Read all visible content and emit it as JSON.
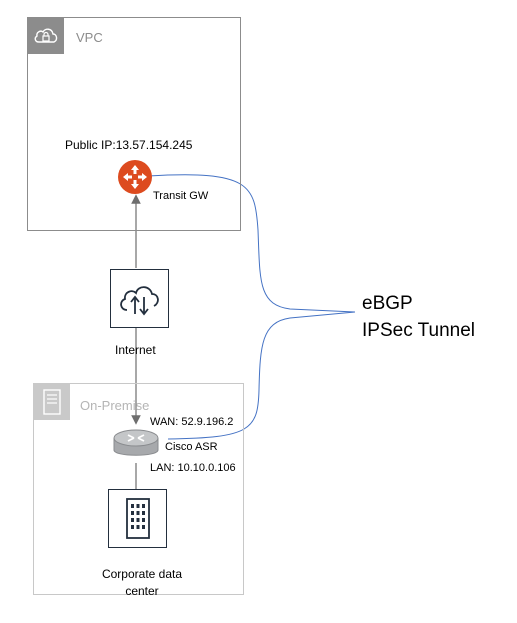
{
  "vpc": {
    "label": "VPC",
    "icon": "cloud-lock-icon"
  },
  "onprem": {
    "label": "On-Premise",
    "icon": "server-icon"
  },
  "transit_gw": {
    "public_ip": "Public IP:13.57.154.245",
    "label": "Transit GW",
    "icon": "router-icon",
    "color": "#dd4b1f"
  },
  "internet": {
    "label": "Internet",
    "icon": "cloud-upload-download-icon"
  },
  "cisco": {
    "wan": "WAN: 52.9.196.2",
    "label": "Cisco ASR",
    "lan": "LAN: 10.10.0.106",
    "icon": "cisco-router-icon"
  },
  "datacenter": {
    "label": "Corporate data center",
    "icon": "building-icon"
  },
  "tunnel": {
    "line1": "eBGP",
    "line2": "IPSec Tunnel",
    "color": "#4472c4"
  }
}
